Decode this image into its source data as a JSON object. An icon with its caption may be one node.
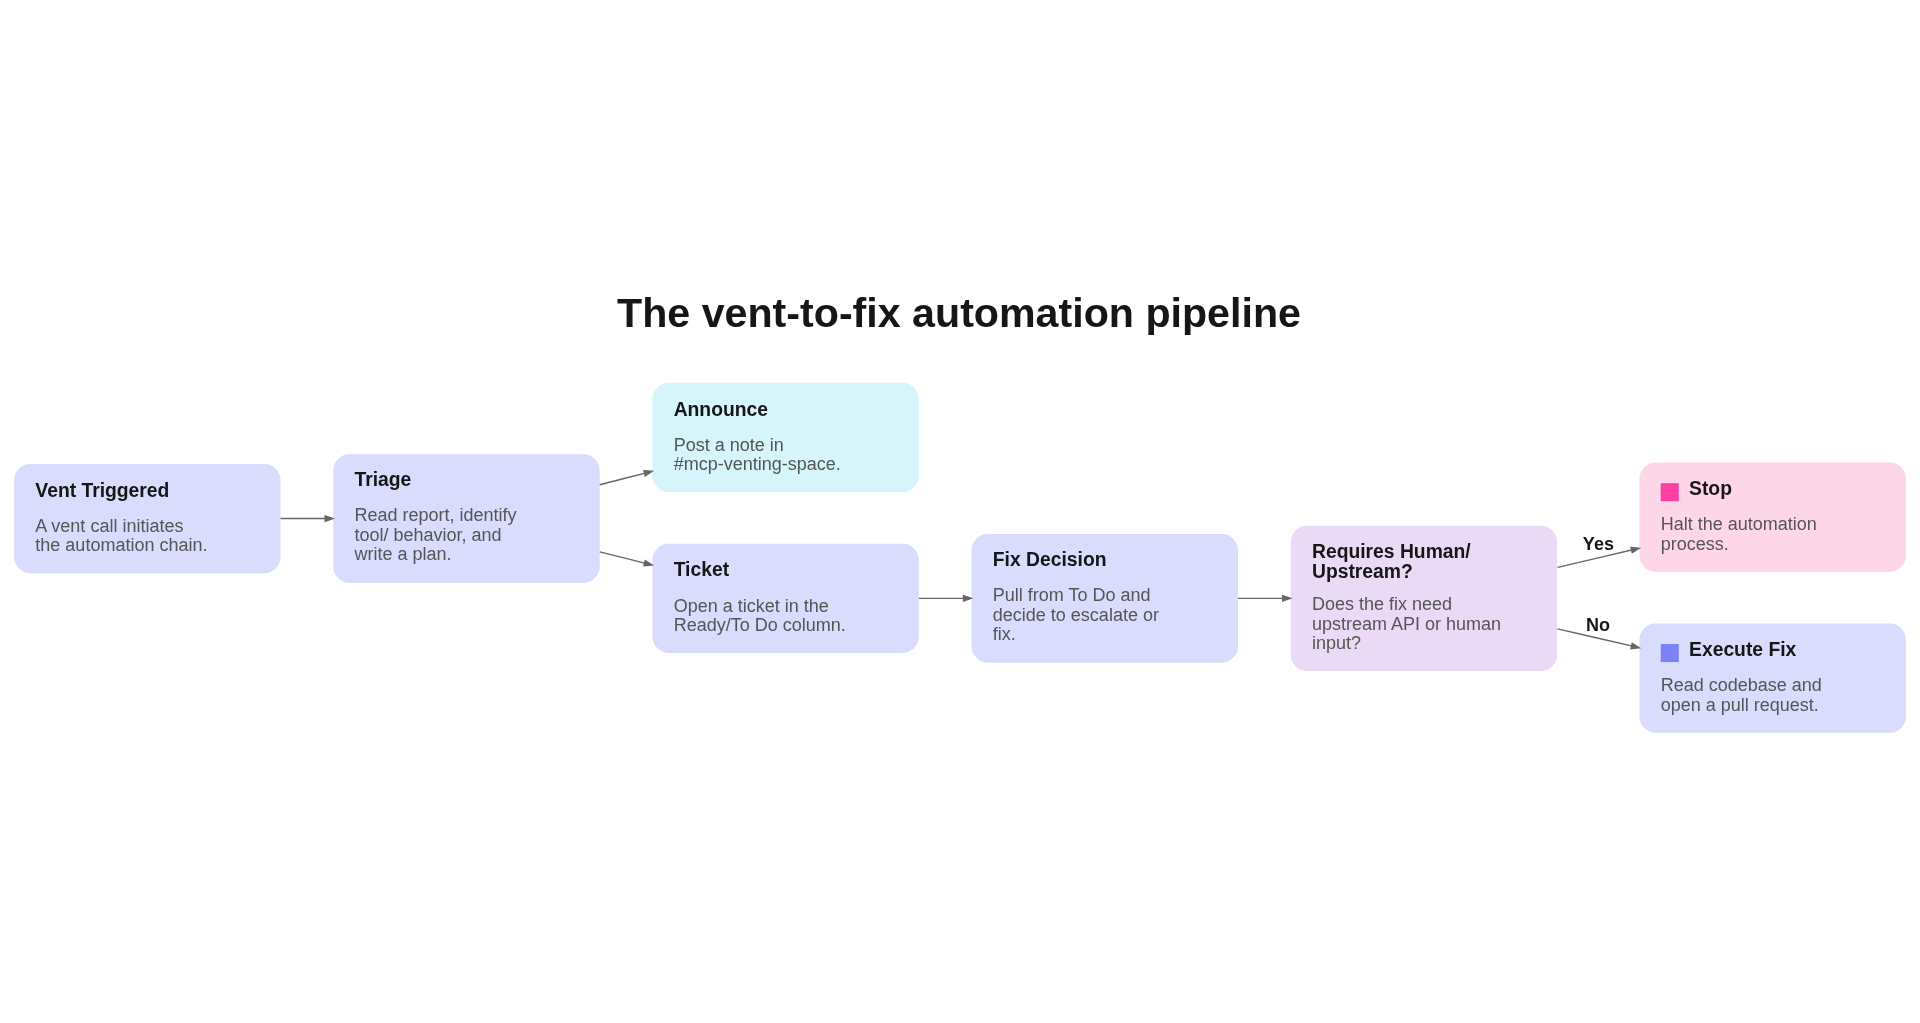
{
  "diagram": {
    "title": "The vent-to-fix automation pipeline",
    "nodes": [
      {
        "text": [
          "Vent Triggered",
          "A vent call initiates the automation chain."
        ]
      },
      {
        "text": [
          "Triage",
          "Read report, identify tool/ behavior, and write a plan."
        ]
      },
      {
        "text": [
          "Announce",
          "Post a note in #mcp-venting-space."
        ]
      },
      {
        "text": [
          "Ticket",
          "Open a ticket in the Ready/To Do column."
        ]
      },
      {
        "text": [
          "Fix Decision",
          "Pull from To Do and decide to escalate or fix."
        ]
      },
      {
        "text": [
          "Stop",
          "Halt the automation process."
        ]
      },
      {
        "text": [
          "Requires Human/ Upstream?",
          "Does the fix need upstream API or human input?"
        ]
      },
      {
        "text": [
          "Execute Fix",
          "Read codebase and open a pull request."
        ]
      }
    ],
    "edges": [
      {
        "from": 0,
        "to": 1,
        "arrow": "to"
      },
      {
        "from": 1,
        "to": 2,
        "arrow": "to"
      },
      {
        "from": 1,
        "to": 3,
        "arrow": "to"
      },
      {
        "from": 3,
        "to": 4,
        "arrow": "to"
      },
      {
        "from": 4,
        "to": 6,
        "arrow": "to"
      },
      {
        "from": 6,
        "to": 5,
        "arrow": "to",
        "label": "Yes"
      },
      {
        "from": 6,
        "to": 7,
        "arrow": "to",
        "label": "No"
      }
    ]
  }
}
